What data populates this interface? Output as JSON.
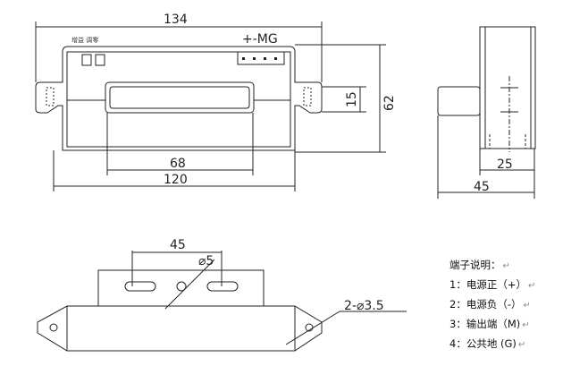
{
  "front_view": {
    "knob_labels": "增益 调零",
    "connector_label": "+-MG",
    "dims": {
      "overall_width": "134",
      "height": "62",
      "window_height": "15",
      "window_width": "68",
      "body_width": "120"
    }
  },
  "side_view": {
    "dims": {
      "inner": "25",
      "depth": "45"
    }
  },
  "bottom_view": {
    "dims": {
      "slot_spacing": "45",
      "center_hole": "⌀5",
      "mount_holes": "2-⌀3.5"
    }
  },
  "legend": {
    "title": "端子说明：",
    "items": [
      "1：电源正（+）",
      "2：电源负（-）",
      "3：输出端（M)",
      "4：公共地 (G)"
    ],
    "return_mark": "↵"
  }
}
